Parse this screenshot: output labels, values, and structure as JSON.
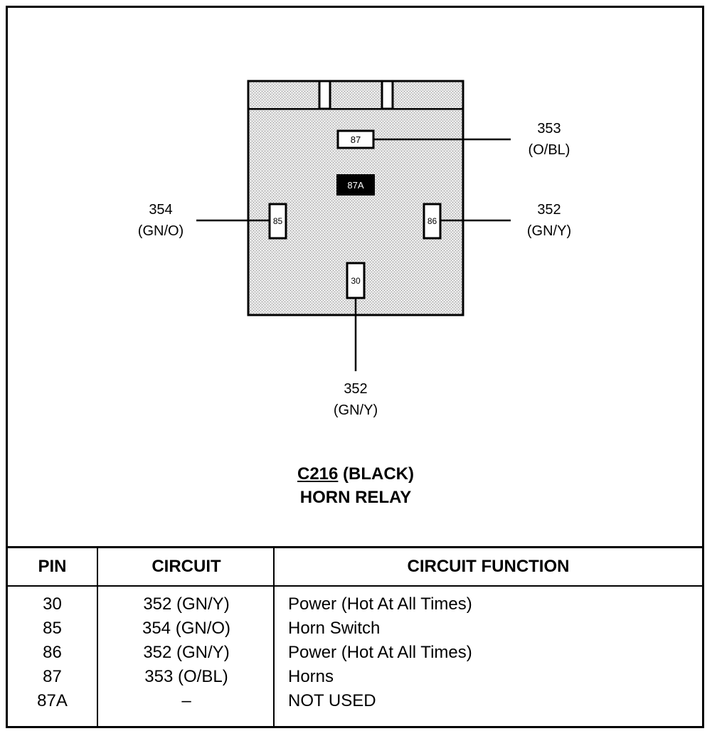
{
  "relay": {
    "pins": {
      "p87": "87",
      "p87a": "87A",
      "p85": "85",
      "p86": "86",
      "p30": "30"
    },
    "wires": {
      "w353": {
        "circuit": "353",
        "color": "(O/BL)"
      },
      "w354": {
        "circuit": "354",
        "color": "(GN/O)"
      },
      "w352_right": {
        "circuit": "352",
        "color": "(GN/Y)"
      },
      "w352_bottom": {
        "circuit": "352",
        "color": "(GN/Y)"
      }
    }
  },
  "caption": {
    "connector": "C216",
    "connector_color": " (BLACK)",
    "component": "HORN RELAY"
  },
  "table": {
    "headers": {
      "pin": "PIN",
      "circuit": "CIRCUIT",
      "function": "CIRCUIT FUNCTION"
    },
    "rows": [
      {
        "pin": "30",
        "circuit": "352 (GN/Y)",
        "function": "Power (Hot At All Times)"
      },
      {
        "pin": "85",
        "circuit": "354 (GN/O)",
        "function": "Horn Switch"
      },
      {
        "pin": "86",
        "circuit": "352 (GN/Y)",
        "function": "Power (Hot At All Times)"
      },
      {
        "pin": "87",
        "circuit": "353 (O/BL)",
        "function": "Horns"
      },
      {
        "pin": "87A",
        "circuit": "–",
        "function": "NOT USED"
      }
    ]
  },
  "colors": {
    "ink": "#000000",
    "connector_fill": "#d9d9d9",
    "paper": "#ffffff"
  }
}
